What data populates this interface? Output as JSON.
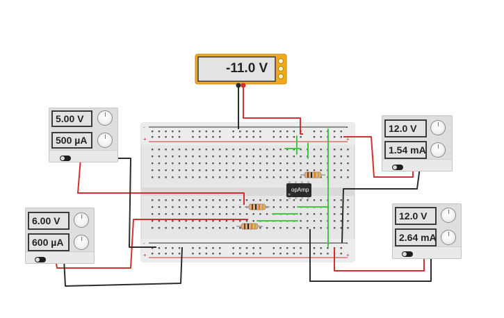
{
  "multimeter": {
    "reading": "-11.0 V"
  },
  "supplies": [
    {
      "voltage": "5.00 V",
      "current": "500 µA"
    },
    {
      "voltage": "6.00 V",
      "current": "600 µA"
    },
    {
      "voltage": "12.0 V",
      "current": "1.54 mA"
    },
    {
      "voltage": "12.0 V",
      "current": "2.64 mA"
    }
  ],
  "chip": {
    "label": "opAmp"
  },
  "colors": {
    "wire_red": "#d32f2f",
    "wire_black": "#2b2b2b",
    "jumper_green": "#43c443",
    "multimeter_frame": "#f0a81c",
    "breadboard": "#e6e6e6",
    "chip": "#2a2a2a"
  }
}
